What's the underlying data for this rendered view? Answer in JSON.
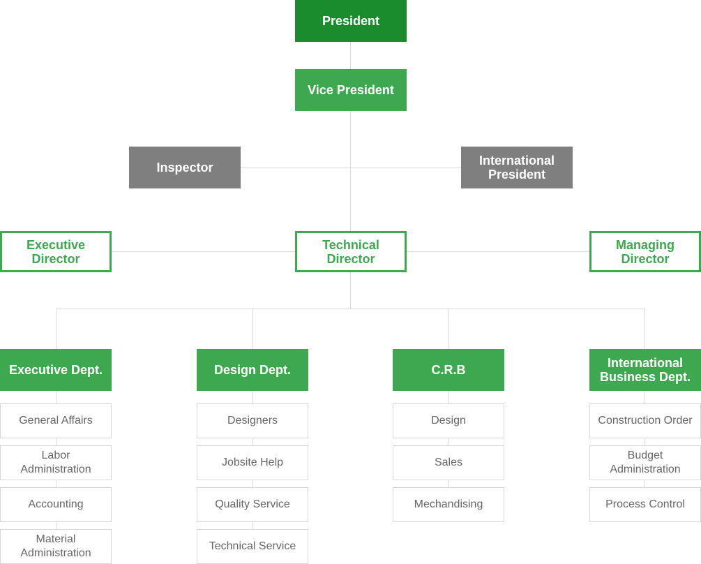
{
  "top": {
    "president": "President",
    "vice_president": "Vice President"
  },
  "advisors": {
    "inspector": "Inspector",
    "international_president": "International\nPresident"
  },
  "directors": {
    "executive": "Executive\nDirector",
    "technical": "Technical\nDirector",
    "managing": "Managing\nDirector"
  },
  "departments": [
    {
      "name": "Executive Dept.",
      "units": [
        "General Affairs",
        "Labor\nAdministration",
        "Accounting",
        "Material\nAdministration"
      ]
    },
    {
      "name": "Design Dept.",
      "units": [
        "Designers",
        "Jobsite Help",
        "Quality Service",
        "Technical Service"
      ]
    },
    {
      "name": "C.R.B",
      "units": [
        "Design",
        "Sales",
        "Mechandising"
      ]
    },
    {
      "name": "International\nBusiness Dept.",
      "units": [
        "Construction Order",
        "Budget\nAdministration",
        "Process Control"
      ]
    }
  ],
  "colors": {
    "top_green": "#1a8c2e",
    "green": "#3da84f",
    "grey": "#7f7f7f",
    "line": "#d9d9d9"
  }
}
